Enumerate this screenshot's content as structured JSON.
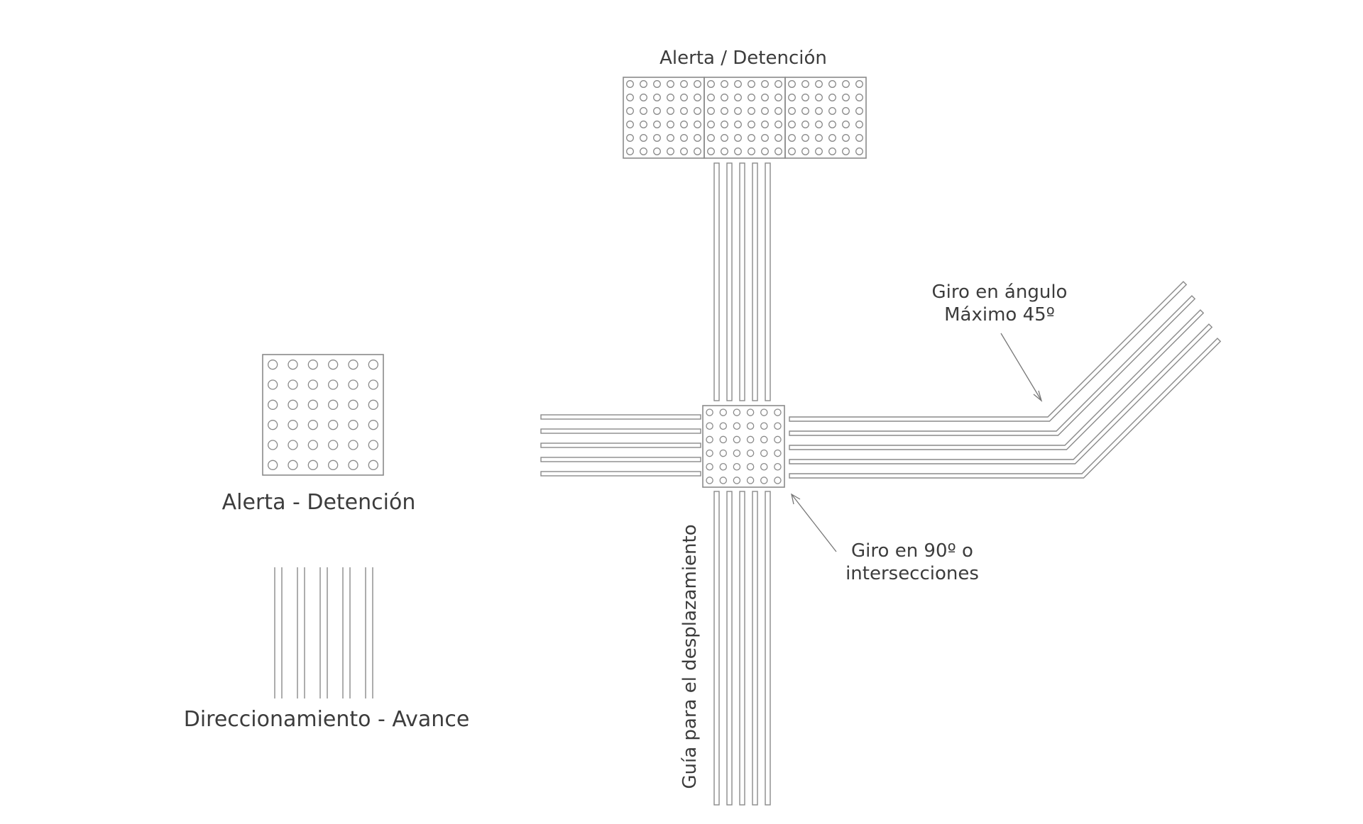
{
  "legend": {
    "alert_label": "Alerta - Detención",
    "guide_label": "Direccionamiento - Avance"
  },
  "diagram": {
    "top_label": "Alerta / Detención",
    "angle_label_line1": "Giro en ángulo",
    "angle_label_line2": "Máximo 45º",
    "intersection_label_line1": "Giro en 90º o",
    "intersection_label_line2": "intersecciones",
    "vertical_label": "Guía para el desplazamiento"
  },
  "colors": {
    "stroke": "#8a8a8a",
    "text": "#3c3c3c"
  }
}
